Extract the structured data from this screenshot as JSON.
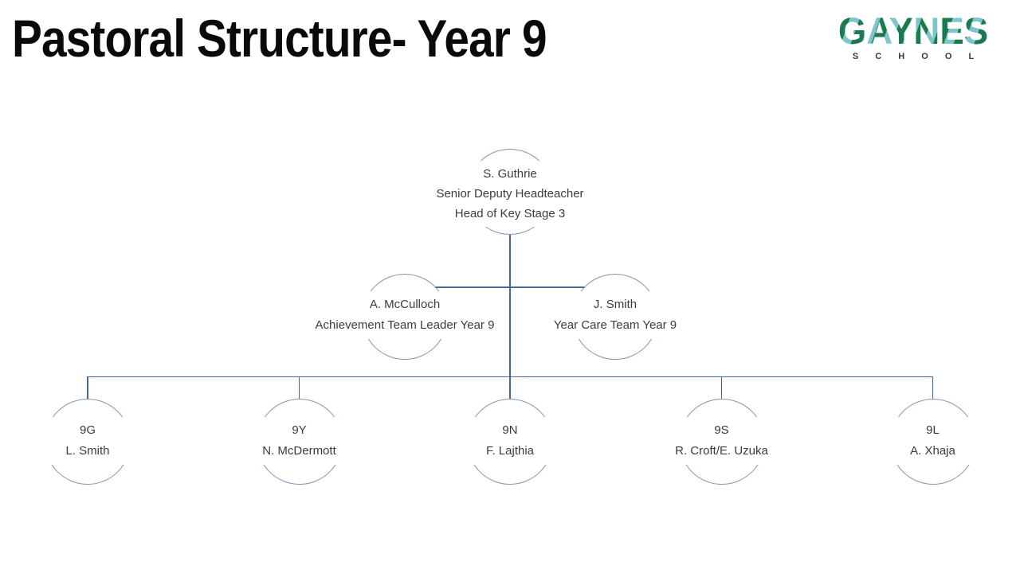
{
  "slide": {
    "title": "Pastoral Structure- Year 9"
  },
  "logo": {
    "name": "GAYNES",
    "subtitle": "S C H O O L"
  },
  "colors": {
    "line": "#44689b",
    "stroke": "#8294b4",
    "text": "#3c3c3c",
    "logo-teal": "#7fc5cb",
    "logo-green": "#1a7a50"
  },
  "org_chart": {
    "nodes": [
      {
        "role": "head",
        "lines": [
          "S. Guthrie",
          "Senior Deputy Headteacher",
          "Head of Key Stage 3"
        ]
      },
      {
        "role": "team-leader",
        "lines": [
          "A. McCulloch",
          "Achievement Team Leader Year 9"
        ]
      },
      {
        "role": "care-team",
        "lines": [
          "J. Smith",
          "Year Care Team Year 9"
        ]
      },
      {
        "role": "form-9g",
        "lines": [
          "9G",
          "L. Smith"
        ]
      },
      {
        "role": "form-9y",
        "lines": [
          "9Y",
          "N. McDermott"
        ]
      },
      {
        "role": "form-9n",
        "lines": [
          "9N",
          "F. Lajthia"
        ]
      },
      {
        "role": "form-9s",
        "lines": [
          "9S",
          "R. Croft/E. Uzuka"
        ]
      },
      {
        "role": "form-9l",
        "lines": [
          "9L",
          "A. Xhaja"
        ]
      }
    ]
  }
}
